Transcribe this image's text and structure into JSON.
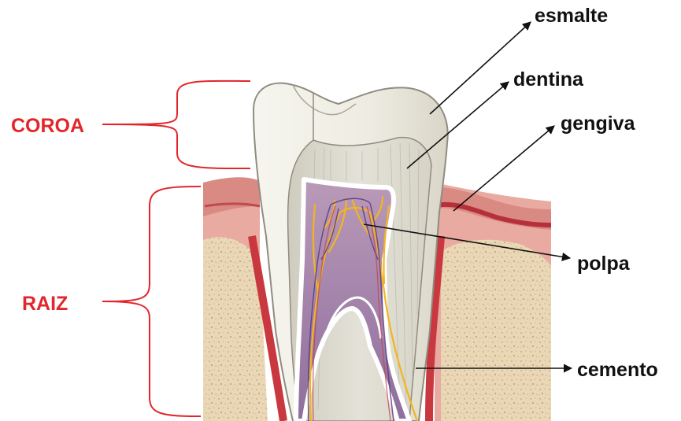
{
  "regions": {
    "crown": "COROA",
    "root": "RAIZ"
  },
  "parts": {
    "enamel": "esmalte",
    "dentin": "dentina",
    "gum": "gengiva",
    "pulp": "polpa",
    "cementum": "cemento"
  },
  "colors": {
    "region_label": "#e3262b",
    "bracket": "#e3262b",
    "part_label": "#111111",
    "leader": "#111111",
    "enamel": "#f2f0e6",
    "dentin": "#dcd9cc",
    "pulp": "#9a7aa8",
    "gum": "#e3a49c",
    "bone": "#e9d6b4",
    "nerve": "#f2b520"
  }
}
